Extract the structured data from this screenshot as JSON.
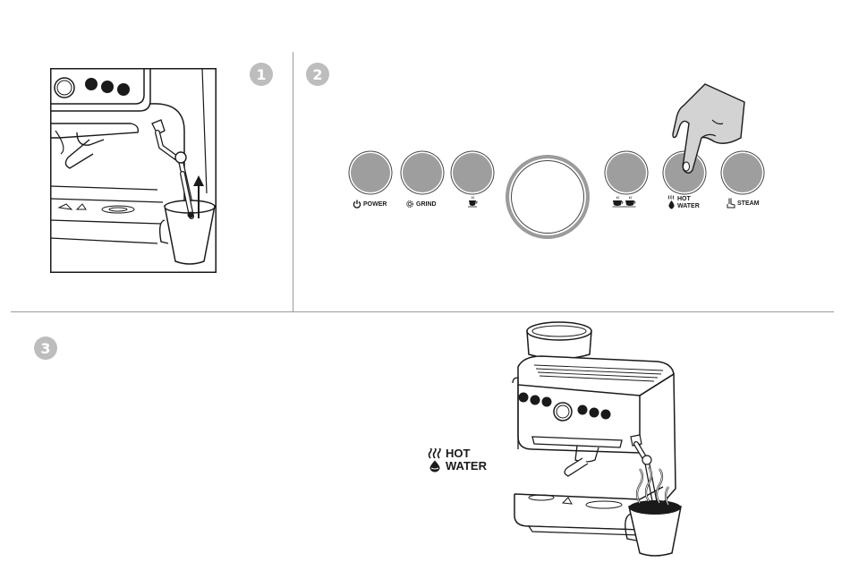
{
  "steps": [
    "1",
    "2",
    "3"
  ],
  "control_panel": {
    "buttons": [
      {
        "id": "power",
        "label": "POWER",
        "icon": "power-icon"
      },
      {
        "id": "grind",
        "label": "GRIND",
        "icon": "grind-icon"
      },
      {
        "id": "single-cup",
        "label": "",
        "icon": "single-cup-icon"
      },
      {
        "id": "double-cup",
        "label": "",
        "icon": "double-cup-icon"
      },
      {
        "id": "hot-water",
        "label_line1": "HOT",
        "label_line2": "WATER",
        "icon": "hot-water-icon"
      },
      {
        "id": "steam",
        "label": "STEAM",
        "icon": "steam-icon"
      }
    ],
    "dial": "selector-dial"
  },
  "callout": {
    "line1": "HOT",
    "line2": "WATER"
  },
  "colors": {
    "button_fill": "#9e9e9e",
    "badge": "#bdbdbd",
    "line": "#1a1a1a",
    "hand": "#d3d3d3"
  }
}
